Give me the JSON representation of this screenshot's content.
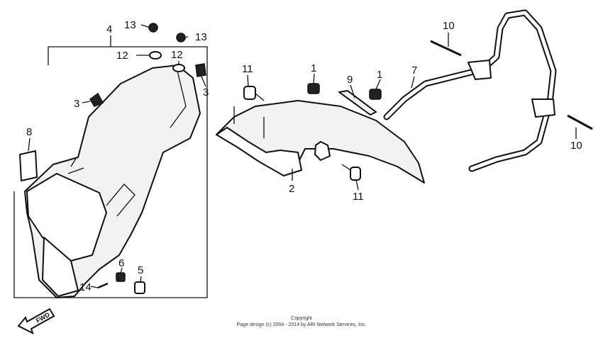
{
  "callouts": {
    "c1a": "1",
    "c1b": "1",
    "c2": "2",
    "c3a": "3",
    "c3b": "3",
    "c4": "4",
    "c5": "5",
    "c6": "6",
    "c7": "7",
    "c8": "8",
    "c9": "9",
    "c10a": "10",
    "c10b": "10",
    "c11a": "11",
    "c11b": "11",
    "c12a": "12",
    "c12b": "12",
    "c13a": "13",
    "c13b": "13",
    "c14": "14"
  },
  "direction_label": "FWD",
  "copyright": {
    "line1": "Copyright",
    "line2": "Page design (c) 2004 - 2014 by ARI Network Services, Inc."
  }
}
